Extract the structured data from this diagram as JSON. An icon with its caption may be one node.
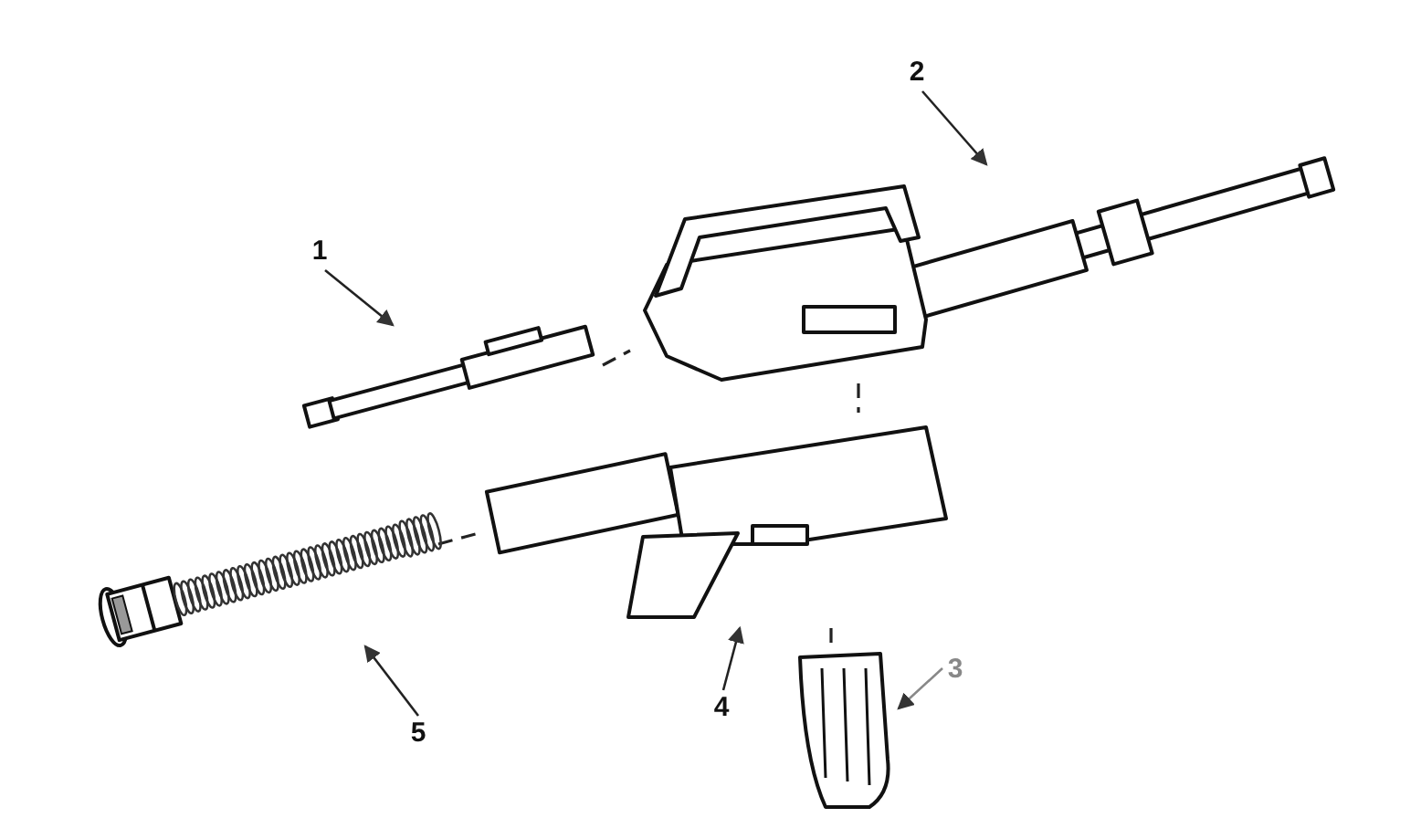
{
  "diagram": {
    "nodes": [
      {
        "text": [
          "1"
        ]
      },
      {
        "text": [],
        "shape": "picture"
      },
      {
        "text": [
          "2"
        ]
      },
      {
        "text": [],
        "shape": "picture"
      },
      {
        "text": [],
        "shape": "picture"
      },
      {
        "text": [],
        "shape": "picture"
      },
      {
        "text": [
          "3"
        ]
      },
      {
        "text": [
          "4"
        ]
      },
      {
        "text": [],
        "shape": "picture"
      },
      {
        "text": [
          "5"
        ]
      }
    ],
    "edges": [
      {
        "from": 0,
        "to": 1,
        "arrow": "to"
      },
      {
        "from": 2,
        "to": 3,
        "arrow": "to"
      },
      {
        "from": 6,
        "to": 5,
        "arrow": "to",
        "color": "#888888"
      },
      {
        "from": 7,
        "to": 4,
        "arrow": "to"
      },
      {
        "from": 9,
        "to": 8,
        "arrow": "to"
      },
      {
        "from": 1,
        "to": 3,
        "arrow": "none",
        "style": "dashed"
      },
      {
        "from": 3,
        "to": 4,
        "arrow": "none",
        "style": "dashed"
      },
      {
        "from": 8,
        "to": 4,
        "arrow": "none",
        "style": "dashed"
      },
      {
        "from": 4,
        "to": 5,
        "arrow": "none",
        "style": "dashed"
      }
    ]
  }
}
